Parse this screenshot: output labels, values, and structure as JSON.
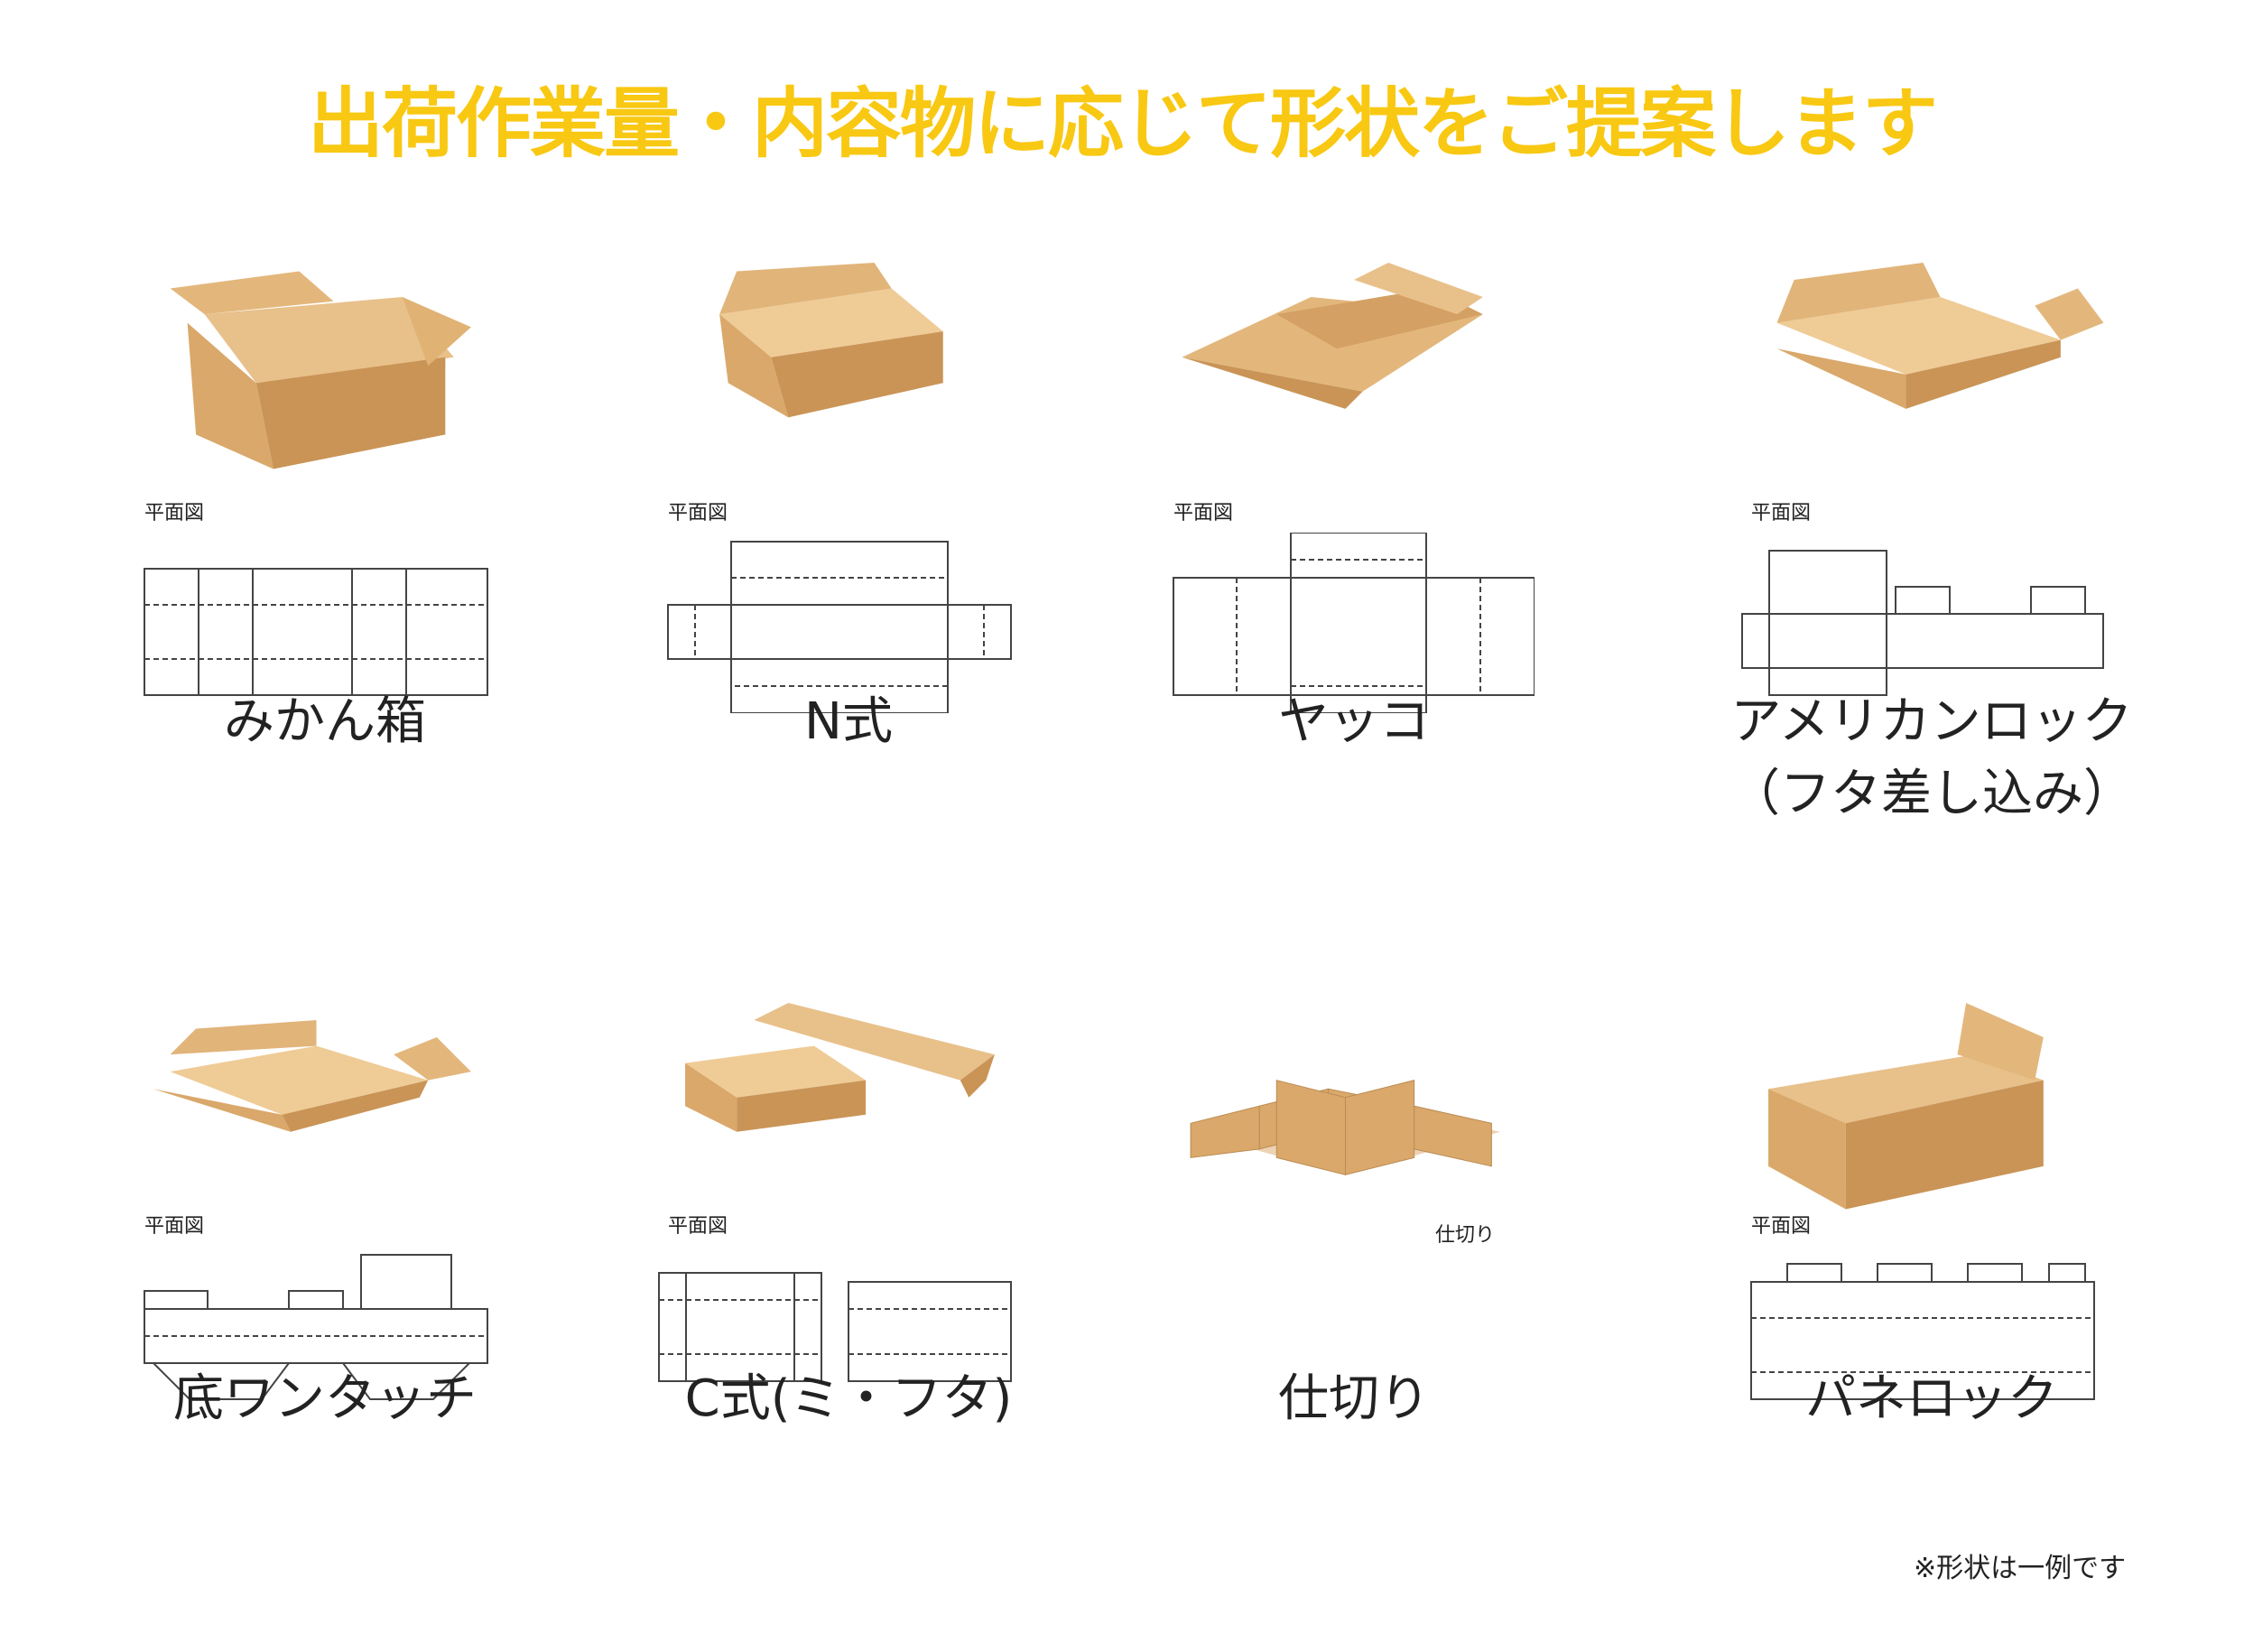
{
  "title": "出荷作業量・内容物に応じて形状をご提案します",
  "plan_label": "平面図",
  "items": [
    {
      "name": "みかん箱"
    },
    {
      "name": "N式"
    },
    {
      "name": "ヤッコ"
    },
    {
      "name": "アメリカンロック",
      "name2": "（フタ差し込み）"
    },
    {
      "name": "底ワンタッチ"
    },
    {
      "name": "C式(ミ・フタ)"
    },
    {
      "name": "仕切り",
      "inner_label": "仕切り"
    },
    {
      "name": "パネロック"
    }
  ],
  "note": "※形状は一例です",
  "colors": {
    "title": "#F8C813",
    "cardboard": "#D9A86A"
  }
}
